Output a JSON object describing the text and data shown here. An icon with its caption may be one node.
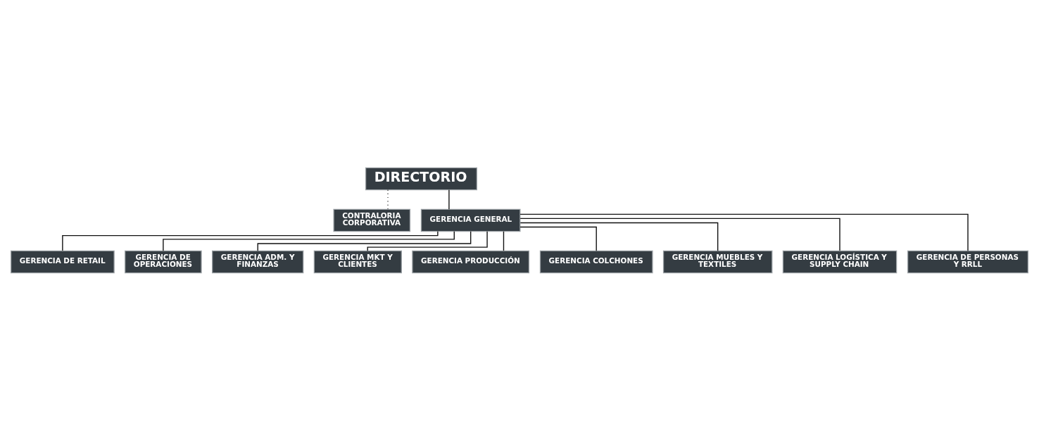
{
  "diagram": {
    "nodes": [
      {
        "text": [
          "DIRECTORIO"
        ]
      },
      {
        "text": [
          "CONTRALORIA CORPORATIVA"
        ]
      },
      {
        "text": [
          "GERENCIA GENERAL"
        ]
      },
      {
        "text": [
          "GERENCIA DE RETAIL"
        ]
      },
      {
        "text": [
          "GERENCIA DE OPERACIONES"
        ]
      },
      {
        "text": [
          "GERENCIA ADM. Y FINANZAS"
        ]
      },
      {
        "text": [
          "GERENCIA MKT Y CLIENTES"
        ]
      },
      {
        "text": [
          "GERENCIA PRODUCCIÓN"
        ]
      },
      {
        "text": [
          "GERENCIA COLCHONES"
        ]
      },
      {
        "text": [
          "GERENCIA MUEBLES Y TEXTILES"
        ]
      },
      {
        "text": [
          "GERENCIA LOGÍSTICA Y SUPPLY CHAIN"
        ]
      },
      {
        "text": [
          "GERENCIA DE PERSONAS Y RRLL"
        ]
      }
    ],
    "edges": [
      {
        "from": 0,
        "to": 2,
        "arrow": "none"
      },
      {
        "from": 0,
        "to": 1,
        "arrow": "none",
        "style": "dashed"
      },
      {
        "from": 2,
        "to": 3,
        "arrow": "none"
      },
      {
        "from": 2,
        "to": 4,
        "arrow": "none"
      },
      {
        "from": 2,
        "to": 5,
        "arrow": "none"
      },
      {
        "from": 2,
        "to": 6,
        "arrow": "none"
      },
      {
        "from": 2,
        "to": 7,
        "arrow": "none"
      },
      {
        "from": 2,
        "to": 8,
        "arrow": "none"
      },
      {
        "from": 2,
        "to": 9,
        "arrow": "none"
      },
      {
        "from": 2,
        "to": 10,
        "arrow": "none"
      },
      {
        "from": 2,
        "to": 11,
        "arrow": "none"
      }
    ]
  }
}
